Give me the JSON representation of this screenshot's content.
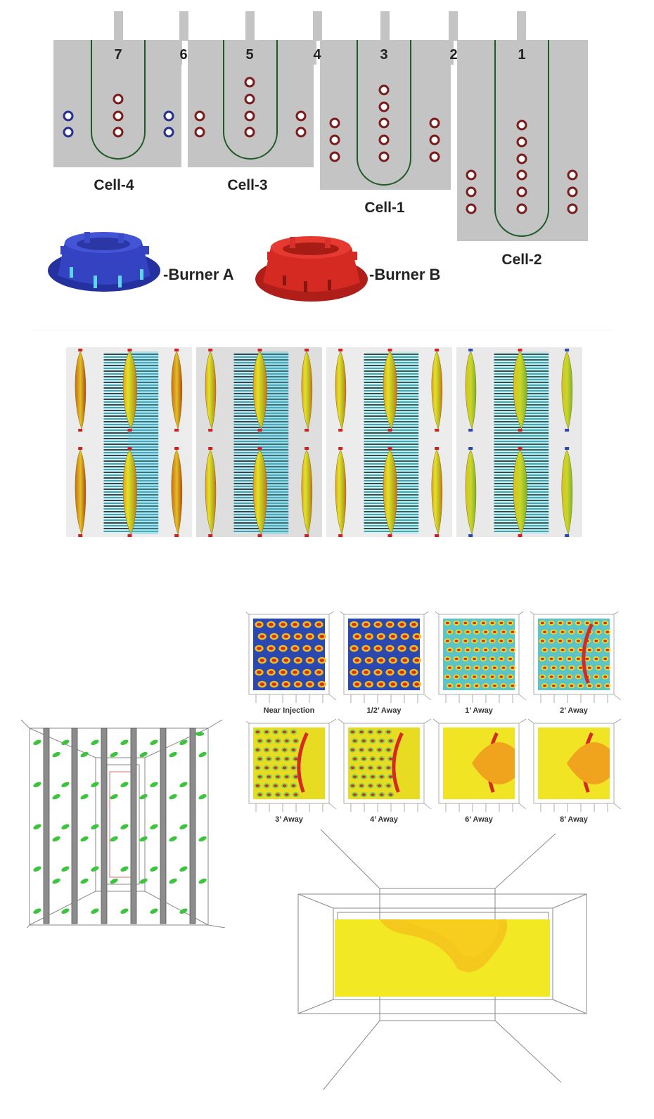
{
  "section_layout": {
    "slot_numbers": [
      "7",
      "6",
      "5",
      "4",
      "3",
      "2",
      "1"
    ],
    "cells": [
      {
        "id": "cell4",
        "label": "Cell-4"
      },
      {
        "id": "cell3",
        "label": "Cell-3"
      },
      {
        "id": "cell1",
        "label": "Cell-1"
      },
      {
        "id": "cell2",
        "label": "Cell-2"
      }
    ],
    "legend": [
      {
        "label": "-Burner A",
        "color": "#2a3cb0"
      },
      {
        "label": "-Burner B",
        "color": "#d42a22"
      }
    ],
    "colors": {
      "cell_fill": "#c4c4c4",
      "anode_outline": "#1e5a26",
      "burner_a_ring": "#27308f",
      "burner_b_ring": "#7a1c1c"
    }
  },
  "section_flames": {
    "panel_count": 4
  },
  "section_contours": {
    "maps": [
      {
        "label": "Near Injection"
      },
      {
        "label": "1/2’ Away"
      },
      {
        "label": "1’ Away"
      },
      {
        "label": "2’ Away"
      },
      {
        "label": "3’ Away"
      },
      {
        "label": "4’ Away"
      },
      {
        "label": "6’ Away"
      },
      {
        "label": "8’ Away"
      }
    ]
  }
}
